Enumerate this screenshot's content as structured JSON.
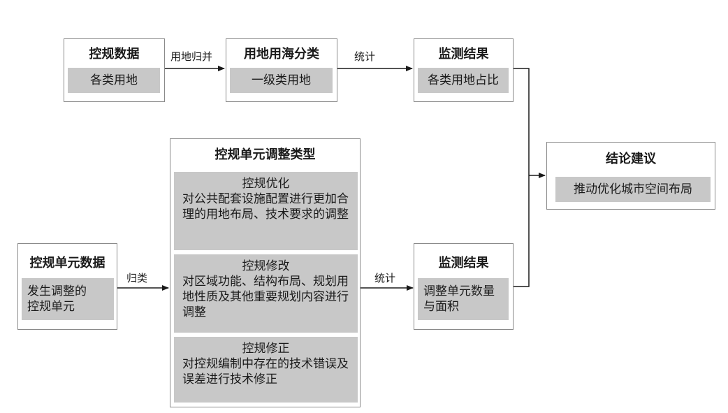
{
  "nodes": {
    "regulatory_data": {
      "title": "控规数据",
      "content": "各类用地"
    },
    "land_sea_classification": {
      "title": "用地用海分类",
      "content": "一级类用地"
    },
    "monitoring_top": {
      "title": "监测结果",
      "content": "各类用地占比"
    },
    "unit_data": {
      "title": "控规单元数据",
      "content": "发生调整的\n控规单元"
    },
    "adjustment_types": {
      "title": "控规单元调整类型",
      "types": [
        {
          "name": "控规优化",
          "desc": "对公共配套设施配置进行更加合理的用地布局、技术要求的调整"
        },
        {
          "name": "控规修改",
          "desc": "对区域功能、结构布局、规划用地性质及其他重要规划内容进行调整"
        },
        {
          "name": "控规修正",
          "desc": "对控规编制中存在的技术错误及误差进行技术修正"
        }
      ]
    },
    "monitoring_bottom": {
      "title": "监测结果",
      "content": "调整单元数量\n与面积"
    },
    "conclusion": {
      "title": "结论建议",
      "content": "推动优化城市空间布局"
    }
  },
  "edges": {
    "merge_label": "用地归并",
    "stats_top_label": "统计",
    "classify_label": "归类",
    "stats_bottom_label": "统计"
  }
}
